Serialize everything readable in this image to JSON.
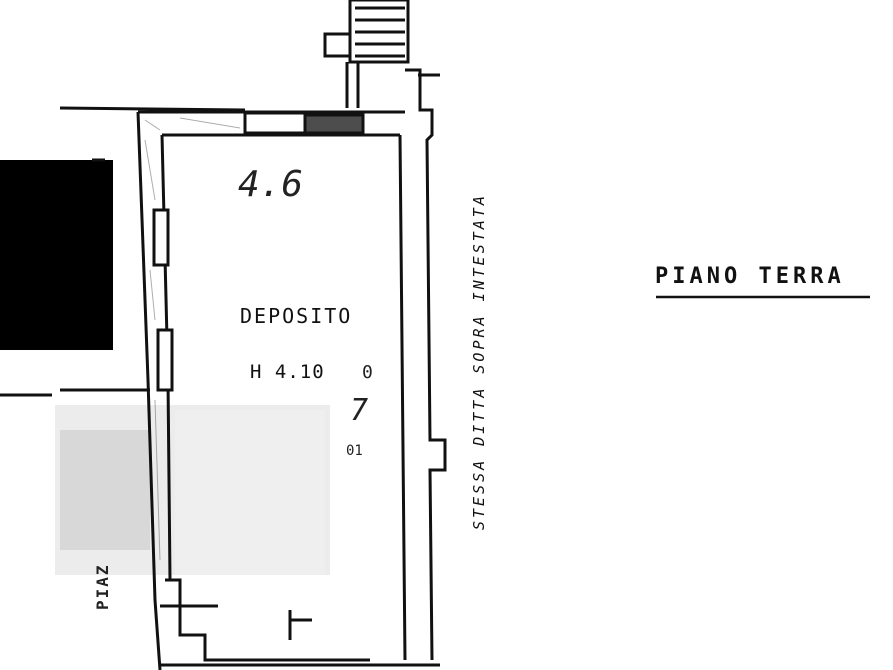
{
  "floor_title": "PIANO TERRA",
  "room": {
    "name": "DEPOSITO",
    "height": "H 4.10",
    "area_scribble": "4.6",
    "dim_a": "0",
    "dim_b": "7",
    "dim_c": "01"
  },
  "side_note": "STESSA DITTA SOPRA INTESTATA",
  "left_note": "PIAZ",
  "colors": {
    "ink": "#111111",
    "redaction": "#000000",
    "blur": "#e6e6e6",
    "background": "#ffffff"
  }
}
